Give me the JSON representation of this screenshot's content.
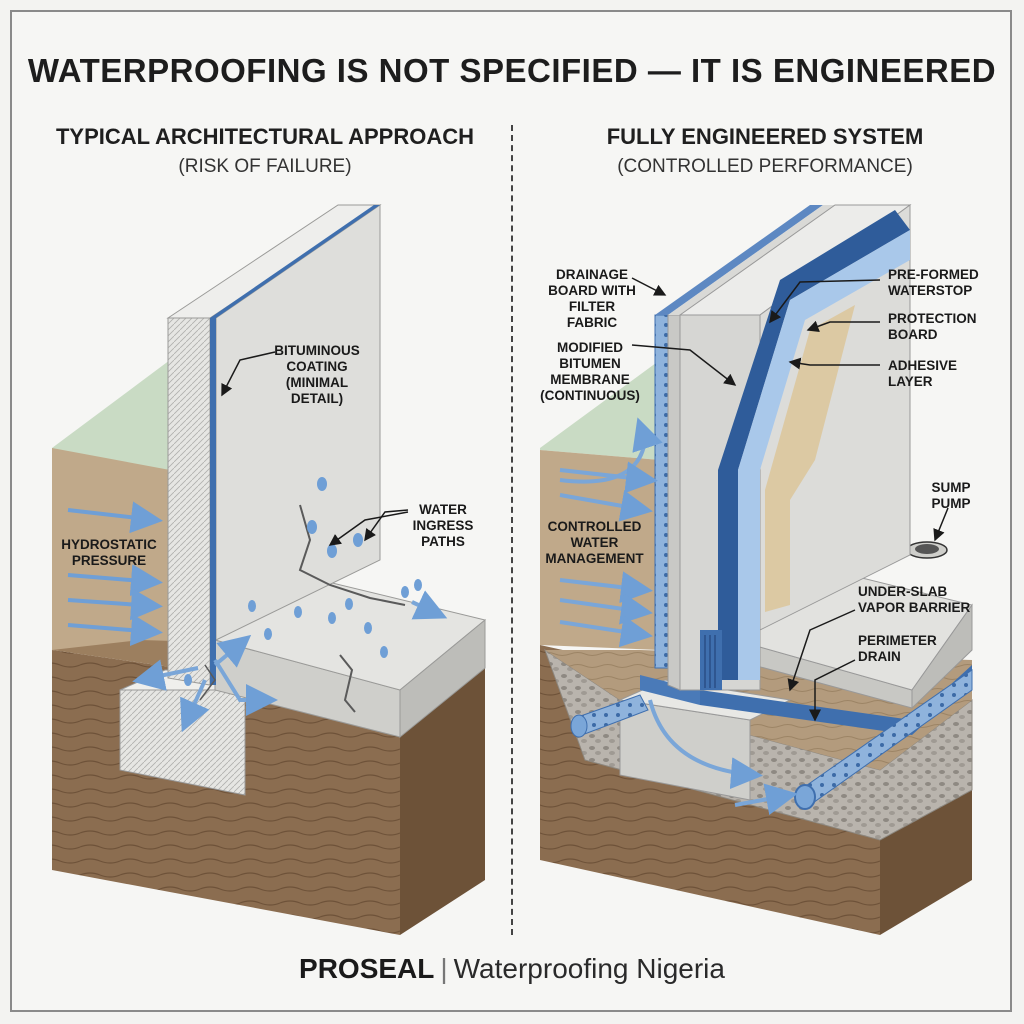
{
  "title": "WATERPROOFING IS NOT SPECIFIED — IT IS ENGINEERED",
  "left_panel": {
    "title": "TYPICAL ARCHITECTURAL APPROACH",
    "subtitle": "(RISK OF FAILURE)",
    "labels": {
      "bituminous": "BITUMINOUS COATING (MINIMAL DETAIL)",
      "water_ingress": "WATER INGRESS PATHS",
      "hydrostatic": "HYDROSTATIC PRESSURE"
    }
  },
  "right_panel": {
    "title": "FULLY ENGINEERED SYSTEM",
    "subtitle": "(CONTROLLED PERFORMANCE)",
    "labels": {
      "drainage_board": "DRAINAGE BOARD WITH FILTER FABRIC",
      "membrane": "MODIFIED BITUMEN MEMBRANE (CONTINUOUS)",
      "waterstop": "PRE-FORMED WATERSTOP",
      "protection_board": "PROTECTION BOARD",
      "adhesive": "ADHESIVE LAYER",
      "sump_pump": "SUMP PUMP",
      "controlled_water": "CONTROLLED WATER MANAGEMENT",
      "vapor_barrier": "UNDER-SLAB VAPOR BARRIER",
      "perimeter_drain": "PERIMETER DRAIN"
    }
  },
  "footer": {
    "brand": "PROSEAL",
    "separator": "|",
    "tagline": "Waterproofing Nigeria"
  },
  "colors": {
    "membrane_blue": "#3f6fae",
    "water_blue": "#7aa6d8",
    "concrete": "#d9d9d6",
    "soil": "#8a6e52",
    "grass": "#bcd3b9"
  }
}
